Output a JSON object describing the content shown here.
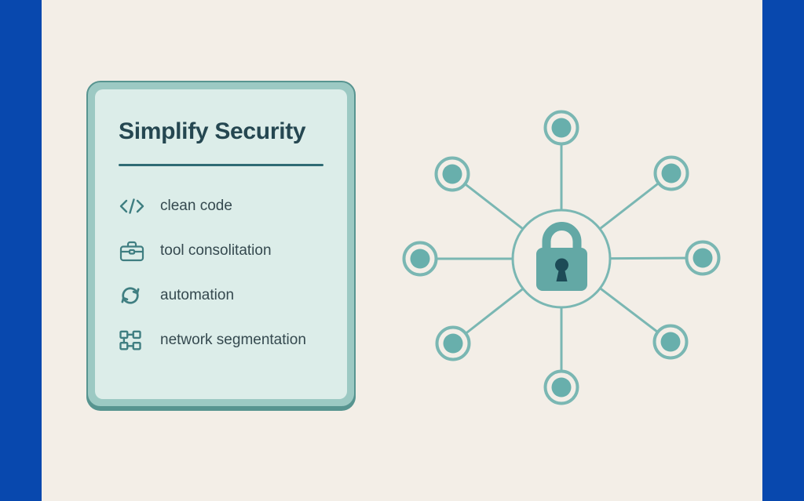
{
  "colors": {
    "frame_blue": "#0848ae",
    "background": "#f3eee7",
    "card_frame": "#9cc9c3",
    "card_outline": "#579490",
    "card_inner": "#dcede9",
    "title_text": "#254751",
    "divider": "#2f6b74",
    "item_text": "#35494f",
    "icon_teal": "#3f7e81",
    "hub_line": "#7ab7b3",
    "node_dot": "#68afac",
    "lock_body": "#63a8a5",
    "keyhole": "#1d4b57"
  },
  "card": {
    "title": "Simplify Security",
    "items": [
      {
        "icon": "code-icon",
        "label": "clean code"
      },
      {
        "icon": "briefcase-icon",
        "label": "tool consolitation"
      },
      {
        "icon": "sync-icon",
        "label": "automation"
      },
      {
        "icon": "network-grid-icon",
        "label": "network segmentation"
      }
    ]
  },
  "diagram": {
    "type": "hub-and-spoke",
    "center_icon": "lock-icon",
    "node_count": 8
  }
}
